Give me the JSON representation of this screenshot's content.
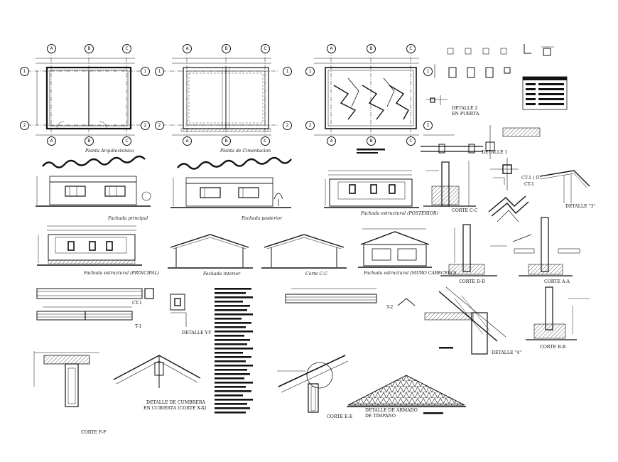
{
  "drawing": {
    "grid_cols": [
      "A",
      "B",
      "C"
    ],
    "grid_rows": [
      "1",
      "2"
    ],
    "plans": {
      "architectural": "Planta Arquitectonica",
      "foundation": "Planta de Cimentacion",
      "roof": ""
    },
    "elevations": {
      "main": "Fachada principal",
      "rear": "Fachada posterior",
      "structural_rear": "Fachada estructural (POSTERIOR)",
      "structural_main": "Fachada estructural (PRINCIPAL)",
      "section_c": "Corte C-C",
      "interior": "Fachada interior",
      "structural_gable": "Fachada estructural (MURO CABECERO)"
    },
    "details": {
      "door_l1": "DETALLE 2",
      "door_l2": "EN PUERTA",
      "detalle_1": "DETALLE 1",
      "ct1_detail": "CT-1 ( Ó",
      "ct1_sub": "CT-1",
      "detalle_3": "DETALLE \"3\"",
      "corte_cc": "CORTE C-C",
      "corte_dd": "CORTE D-D",
      "corte_aa": "CORTE A-A",
      "detalle_4": "DETALLE \"4\"",
      "corte_bb": "CORTE B-B",
      "ct1_beam": "CT-1",
      "t1_beam": "T-1",
      "detalle_yy": "DETALLE Y-Y",
      "t2_beam": "T-2",
      "corte_ff": "CORTE F-F",
      "ridge_l1": "DETALLE DE CUMBRERA",
      "ridge_l2": "EN CUBIERTA (CORTE X-X)",
      "corte_ee": "CORTE E-E",
      "gable_l1": "DETALLE DE ARMADO",
      "gable_l2": "DE TIMPANO"
    }
  }
}
